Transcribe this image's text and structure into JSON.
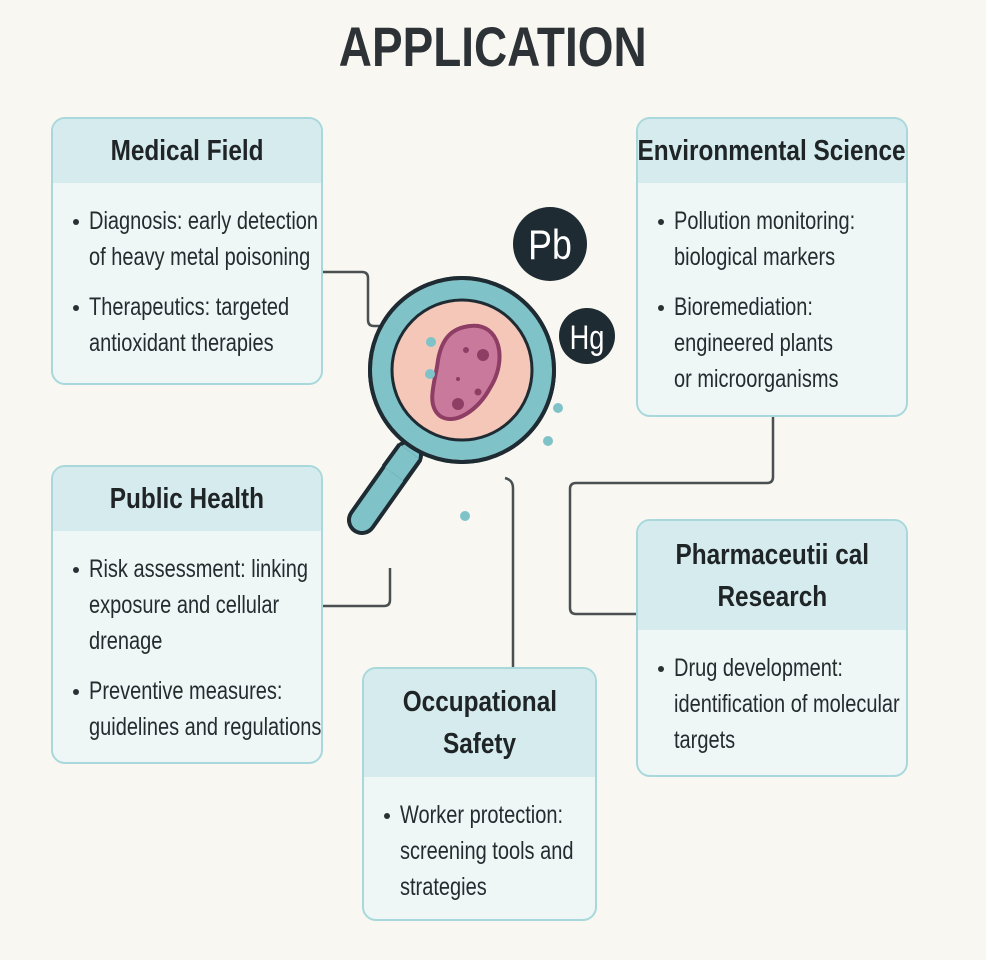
{
  "title": "APPLICATION",
  "elements": {
    "pb": "Pb",
    "hg": "Hg"
  },
  "colors": {
    "background": "#f8f7f1",
    "box_border": "#a9d8dc",
    "box_header": "#d5ebed",
    "box_body": "#eef6f6",
    "teal": "#7fc3c9",
    "cell": "#c97a9c",
    "dark": "#1e2b33"
  },
  "boxes": {
    "medical": {
      "title": [
        "Medical Field"
      ],
      "bullets": [
        [
          "Diagnosis: early detection",
          "of heavy metal poisoning"
        ],
        [
          "Therapeutics: targeted",
          "antioxidant therapies"
        ]
      ]
    },
    "environmental": {
      "title": [
        "Environmental Science"
      ],
      "bullets": [
        [
          "Pollution monitoring:",
          "biological markers"
        ],
        [
          "Bioremediation:",
          "engineered plants",
          "or microorganisms"
        ]
      ]
    },
    "public_health": {
      "title": [
        "Public Health"
      ],
      "bullets": [
        [
          "Risk assessment: linking",
          "exposure and cellular",
          "drenage"
        ],
        [
          "Preventive measures:",
          "guidelines and regulations"
        ]
      ]
    },
    "occupational": {
      "title": [
        "Occupational",
        "Safety"
      ],
      "bullets": [
        [
          "Worker protection:",
          "screening tools and",
          "strategies"
        ]
      ]
    },
    "pharmaceutical": {
      "title": [
        "Pharmaceutii cal",
        "Research"
      ],
      "bullets": [
        [
          "Drug development:",
          "identification of molecular",
          "targets"
        ]
      ]
    }
  }
}
